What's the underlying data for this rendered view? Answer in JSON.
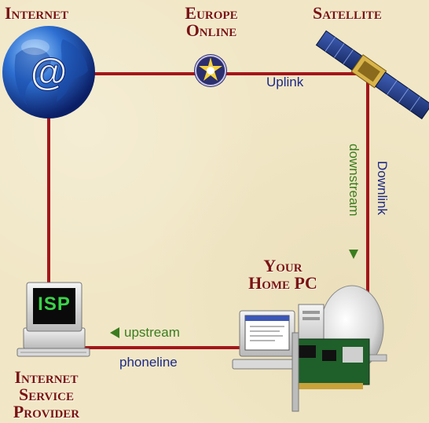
{
  "nodes": {
    "internet": {
      "title": "Internet"
    },
    "europe_online": {
      "title_line1": "Europe",
      "title_line2": "Online"
    },
    "satellite": {
      "title": "Satellite"
    },
    "home_pc": {
      "title_line1": "Your",
      "title_line2": "Home PC"
    },
    "isp": {
      "title_line1": "Internet",
      "title_line2": "Service",
      "title_line3": "Provider",
      "screen_text": "ISP"
    }
  },
  "links": {
    "uplink": "Uplink",
    "downlink": "Downlink",
    "downstream": "downstream",
    "upstream": "upstream",
    "phoneline": "phoneline"
  },
  "colors": {
    "background": "#f1e7c6",
    "line": "#a3161a",
    "title": "#7a1212",
    "label_blue": "#1e2a87",
    "label_green": "#3a7d1f"
  }
}
